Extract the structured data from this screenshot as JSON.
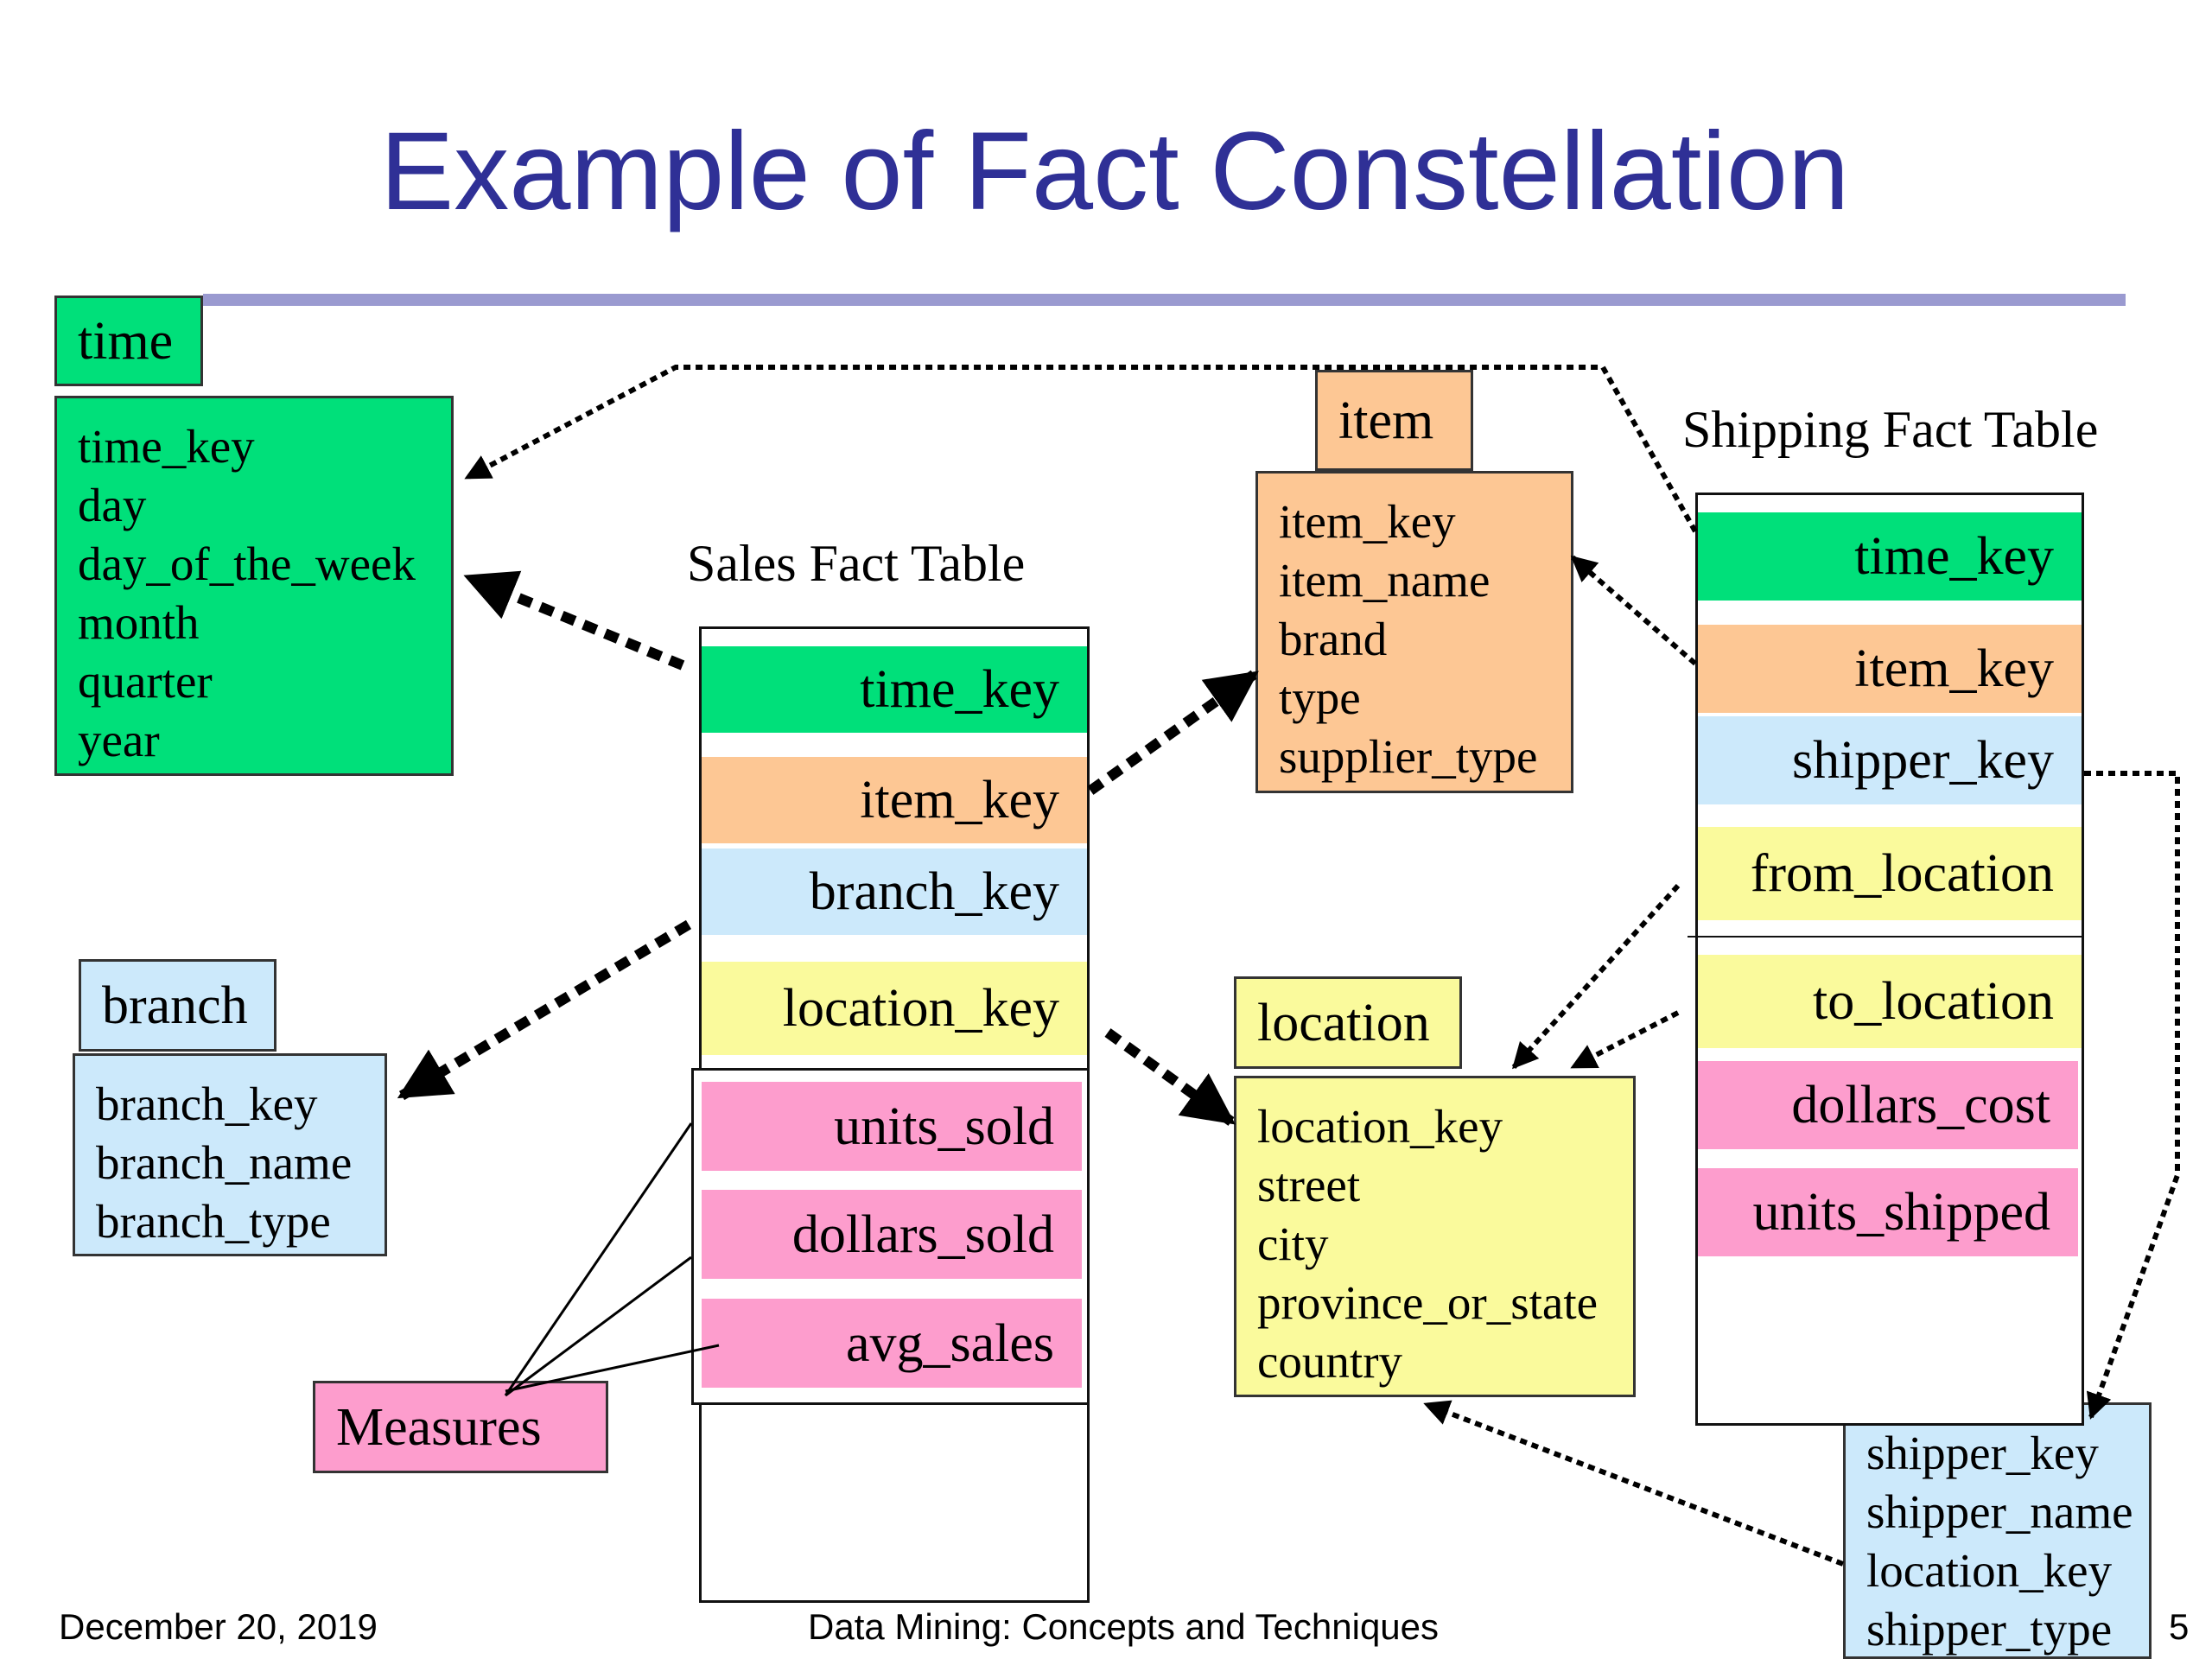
{
  "title": "Example of Fact Constellation",
  "dimensions": {
    "time": {
      "label": "time",
      "attributes": [
        "time_key",
        "day",
        "day_of_the_week",
        "month",
        "quarter",
        "year"
      ],
      "color": "#00e07a"
    },
    "item": {
      "label": "item",
      "attributes": [
        "item_key",
        "item_name",
        "brand",
        "type",
        "supplier_type"
      ],
      "color": "#fdc794"
    },
    "branch": {
      "label": "branch",
      "attributes": [
        "branch_key",
        "branch_name",
        "branch_type"
      ],
      "color": "#cce9fb"
    },
    "location": {
      "label": "location",
      "attributes": [
        "location_key",
        "street",
        "city",
        "province_or_state",
        "country"
      ],
      "color": "#fafa9c"
    },
    "shipper": {
      "label": "shipper",
      "attributes": [
        "shipper_key",
        "shipper_name",
        "location_key",
        "shipper_type"
      ],
      "color": "#cce9fb"
    }
  },
  "sales_fact": {
    "heading": "Sales Fact Table",
    "keys": [
      "time_key",
      "item_key",
      "branch_key",
      "location_key"
    ],
    "measures": [
      "units_sold",
      "dollars_sold",
      "avg_sales"
    ]
  },
  "shipping_fact": {
    "heading": "Shipping Fact Table",
    "keys": [
      "time_key",
      "item_key",
      "shipper_key",
      "from_location",
      "to_location"
    ],
    "measures": [
      "dollars_cost",
      "units_shipped"
    ]
  },
  "measures_label": "Measures",
  "footer": {
    "date": "December 20, 2019",
    "course": "Data Mining: Concepts and Techniques",
    "page": "5"
  },
  "colors": {
    "title": "#2f3096",
    "rule": "#9a9ad0",
    "key_time": "#00e07a",
    "key_item": "#fdc794",
    "key_branch": "#cce9fb",
    "key_location": "#fafa9c",
    "measure": "#fd9dcd"
  }
}
